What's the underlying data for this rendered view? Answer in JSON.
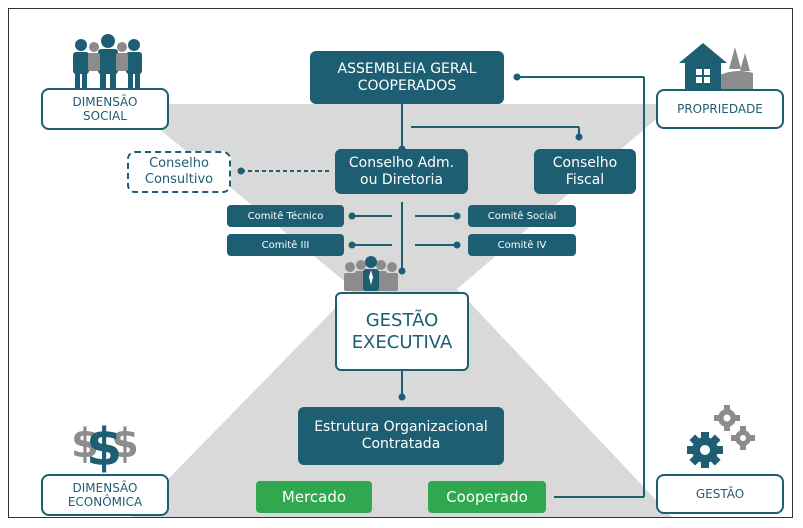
{
  "nodes": {
    "assembleia": "ASSEMBLEIA GERAL\nCOOPERADOS",
    "dimensao_social": "DIMENSÃO\nSOCIAL",
    "propriedade": "PROPRIEDADE",
    "conselho_consultivo": "Conselho\nConsultivo",
    "conselho_adm": "Conselho Adm.\nou Diretoria",
    "conselho_fiscal": "Conselho\nFiscal",
    "comite_tecnico": "Comitê Técnico",
    "comite_social": "Comitê Social",
    "comite_iii": "Comitê III",
    "comite_iv": "Comitê IV",
    "gestao_executiva": "GESTÃO\nEXECUTIVA",
    "estrutura": "Estrutura Organizacional\nContratada",
    "dimensao_economica": "DIMENSÃO\nECONÔMICA",
    "mercado": "Mercado",
    "cooperado": "Cooperado",
    "gestao": "GESTÃO"
  },
  "icons": [
    "people-icon",
    "house-icon",
    "executive-people-icon",
    "dollar-icon",
    "gears-icon"
  ],
  "colors": {
    "teal": "#1d5e73",
    "green": "#2fa84f",
    "gray": "#d9d9d9",
    "icon_gray": "#8c8c8c"
  }
}
